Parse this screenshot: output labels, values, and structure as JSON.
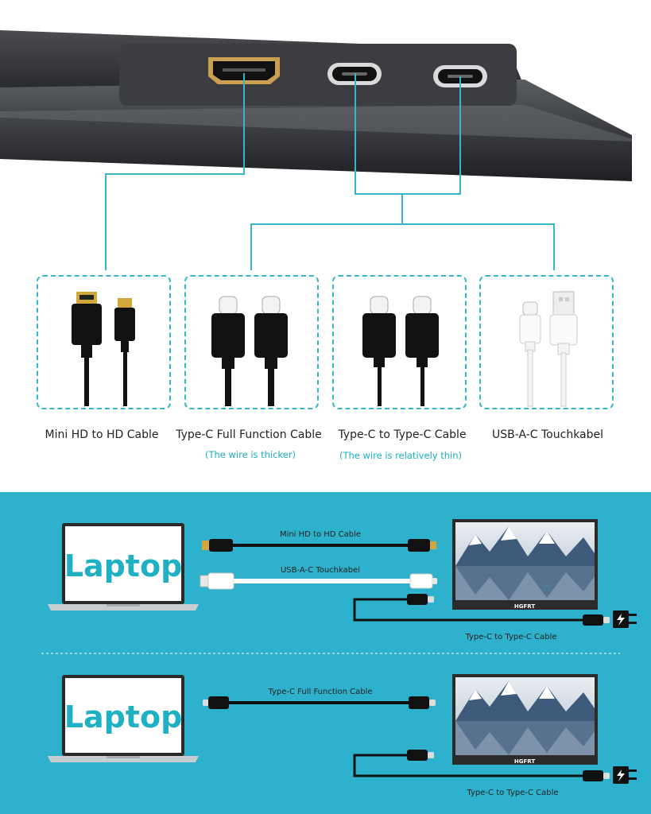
{
  "top_cables": [
    {
      "label": "Mini HD to HD Cable",
      "note": ""
    },
    {
      "label": "Type-C Full Function Cable",
      "note": "(The wire is thicker)"
    },
    {
      "label": "Type-C to Type-C Cable",
      "note": "(The wire is relatively thin)"
    },
    {
      "label": "USB-A-C Touchkabel",
      "note": ""
    }
  ],
  "diagram1": {
    "laptop_label": "Laptop",
    "cable1_label": "Mini HD to HD Cable",
    "cable2_label": "USB-A-C Touchkabel",
    "power_cable_label": "Type-C to Type-C Cable",
    "monitor_brand": "HGFRT"
  },
  "diagram2": {
    "laptop_label": "Laptop",
    "cable1_label": "Type-C Full Function Cable",
    "power_cable_label": "Type-C to Type-C Cable",
    "monitor_brand": "HGFRT"
  },
  "colors": {
    "accent": "#2db1cd",
    "text_accent": "#1aaec2",
    "line": "#35b6c9"
  }
}
